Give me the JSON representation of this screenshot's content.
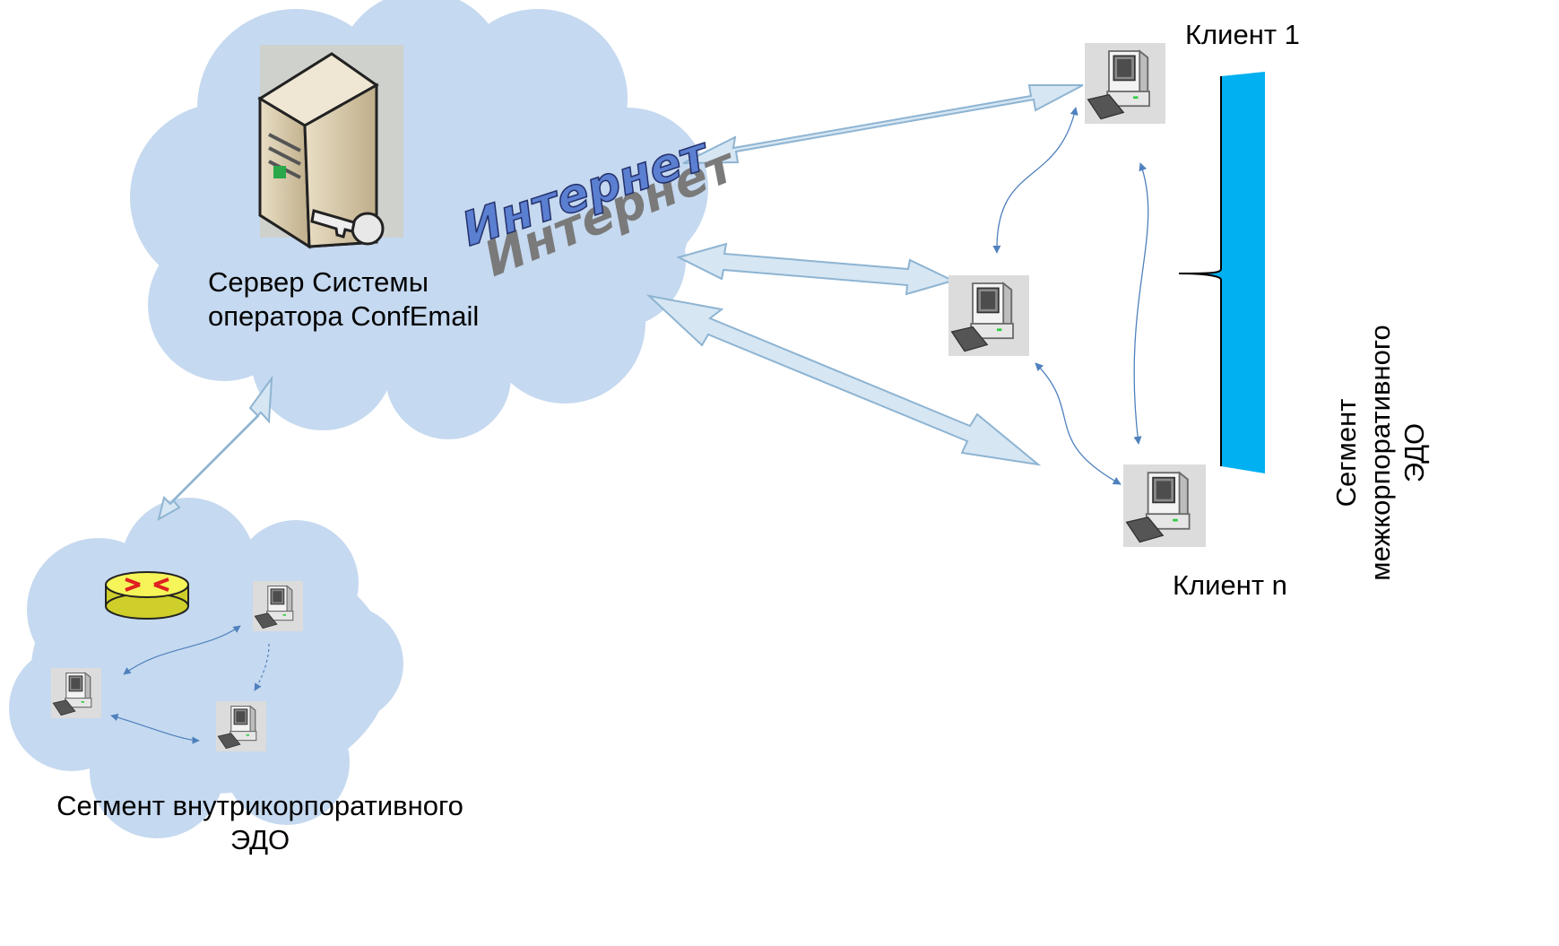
{
  "server": {
    "label_line1": "Сервер Системы",
    "label_line2": "оператора ConfEmail",
    "icon": "server-with-key-icon"
  },
  "internet": {
    "label": "Интернет"
  },
  "clients": {
    "first_label": "Клиент  1",
    "last_label": "Клиент n",
    "icon": "workstation-icon"
  },
  "inter_segment": {
    "line1": "Сегмент",
    "line2": "межкорпоративного",
    "line3": "ЭДО"
  },
  "intra_segment": {
    "line1": "Сегмент внутрикорпоративного",
    "line2": "ЭДО",
    "router_icon": "router-icon"
  },
  "colors": {
    "cloud": "#c5d9f0",
    "arrow_fill": "#d6e6f3",
    "arrow_stroke": "#8eb4d2",
    "thin_link": "#4f81bd",
    "bracket": "#00b0f0",
    "internet_text": "#5b7fd1"
  }
}
